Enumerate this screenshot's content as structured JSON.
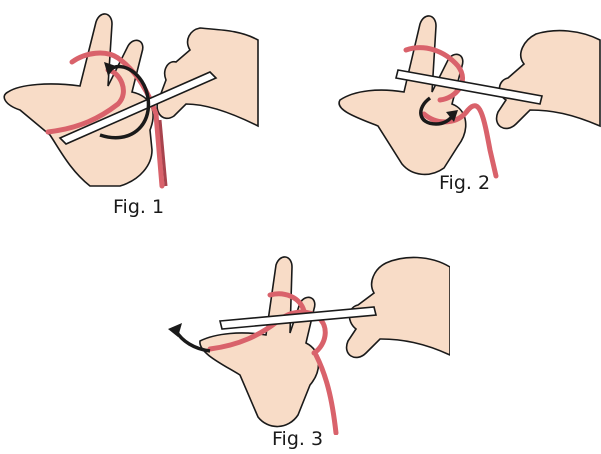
{
  "figures": [
    {
      "caption": "Fig. 1"
    },
    {
      "caption": "Fig. 2"
    },
    {
      "caption": "Fig. 3"
    }
  ],
  "colors": {
    "skin": "#f8dcc7",
    "outline": "#1a1a1a",
    "yarn": "#d9626b",
    "yarn_dark": "#a8434d",
    "needle": "#ffffff",
    "arrow": "#1a1a1a"
  },
  "icons": [
    "hand-illustration",
    "knitting-needle",
    "yarn-strand",
    "direction-arrow"
  ]
}
